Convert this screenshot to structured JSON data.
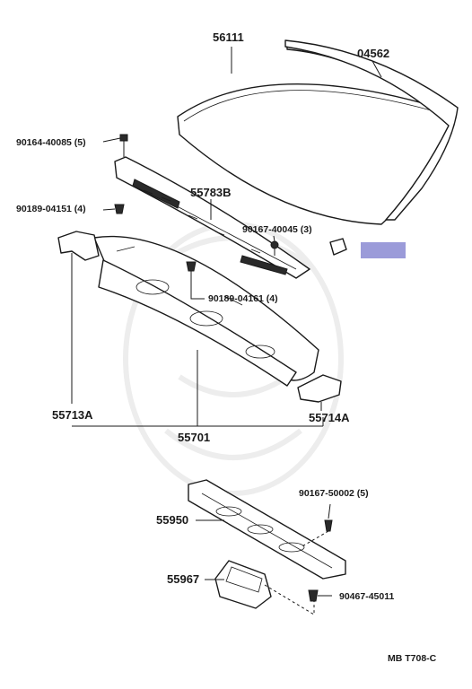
{
  "labels": {
    "windshield": "56111",
    "molding": "04562",
    "bolt_top_left": "90164-40085 (5)",
    "clip_left": "90189-04151 (4)",
    "louver": "55783B",
    "screw_right": "90167-40045 (3)",
    "clip_center": "90189-04161 (4)",
    "side_left": "55713A",
    "side_right": "55714A",
    "cowl_panel": "55701",
    "screw_lower": "90167-50002 (5)",
    "duct": "55950",
    "inlet": "55967",
    "bolt_lower": "90467-45011",
    "page_code": "MB  T708-C"
  },
  "highlight_color": "#9b9bd9"
}
